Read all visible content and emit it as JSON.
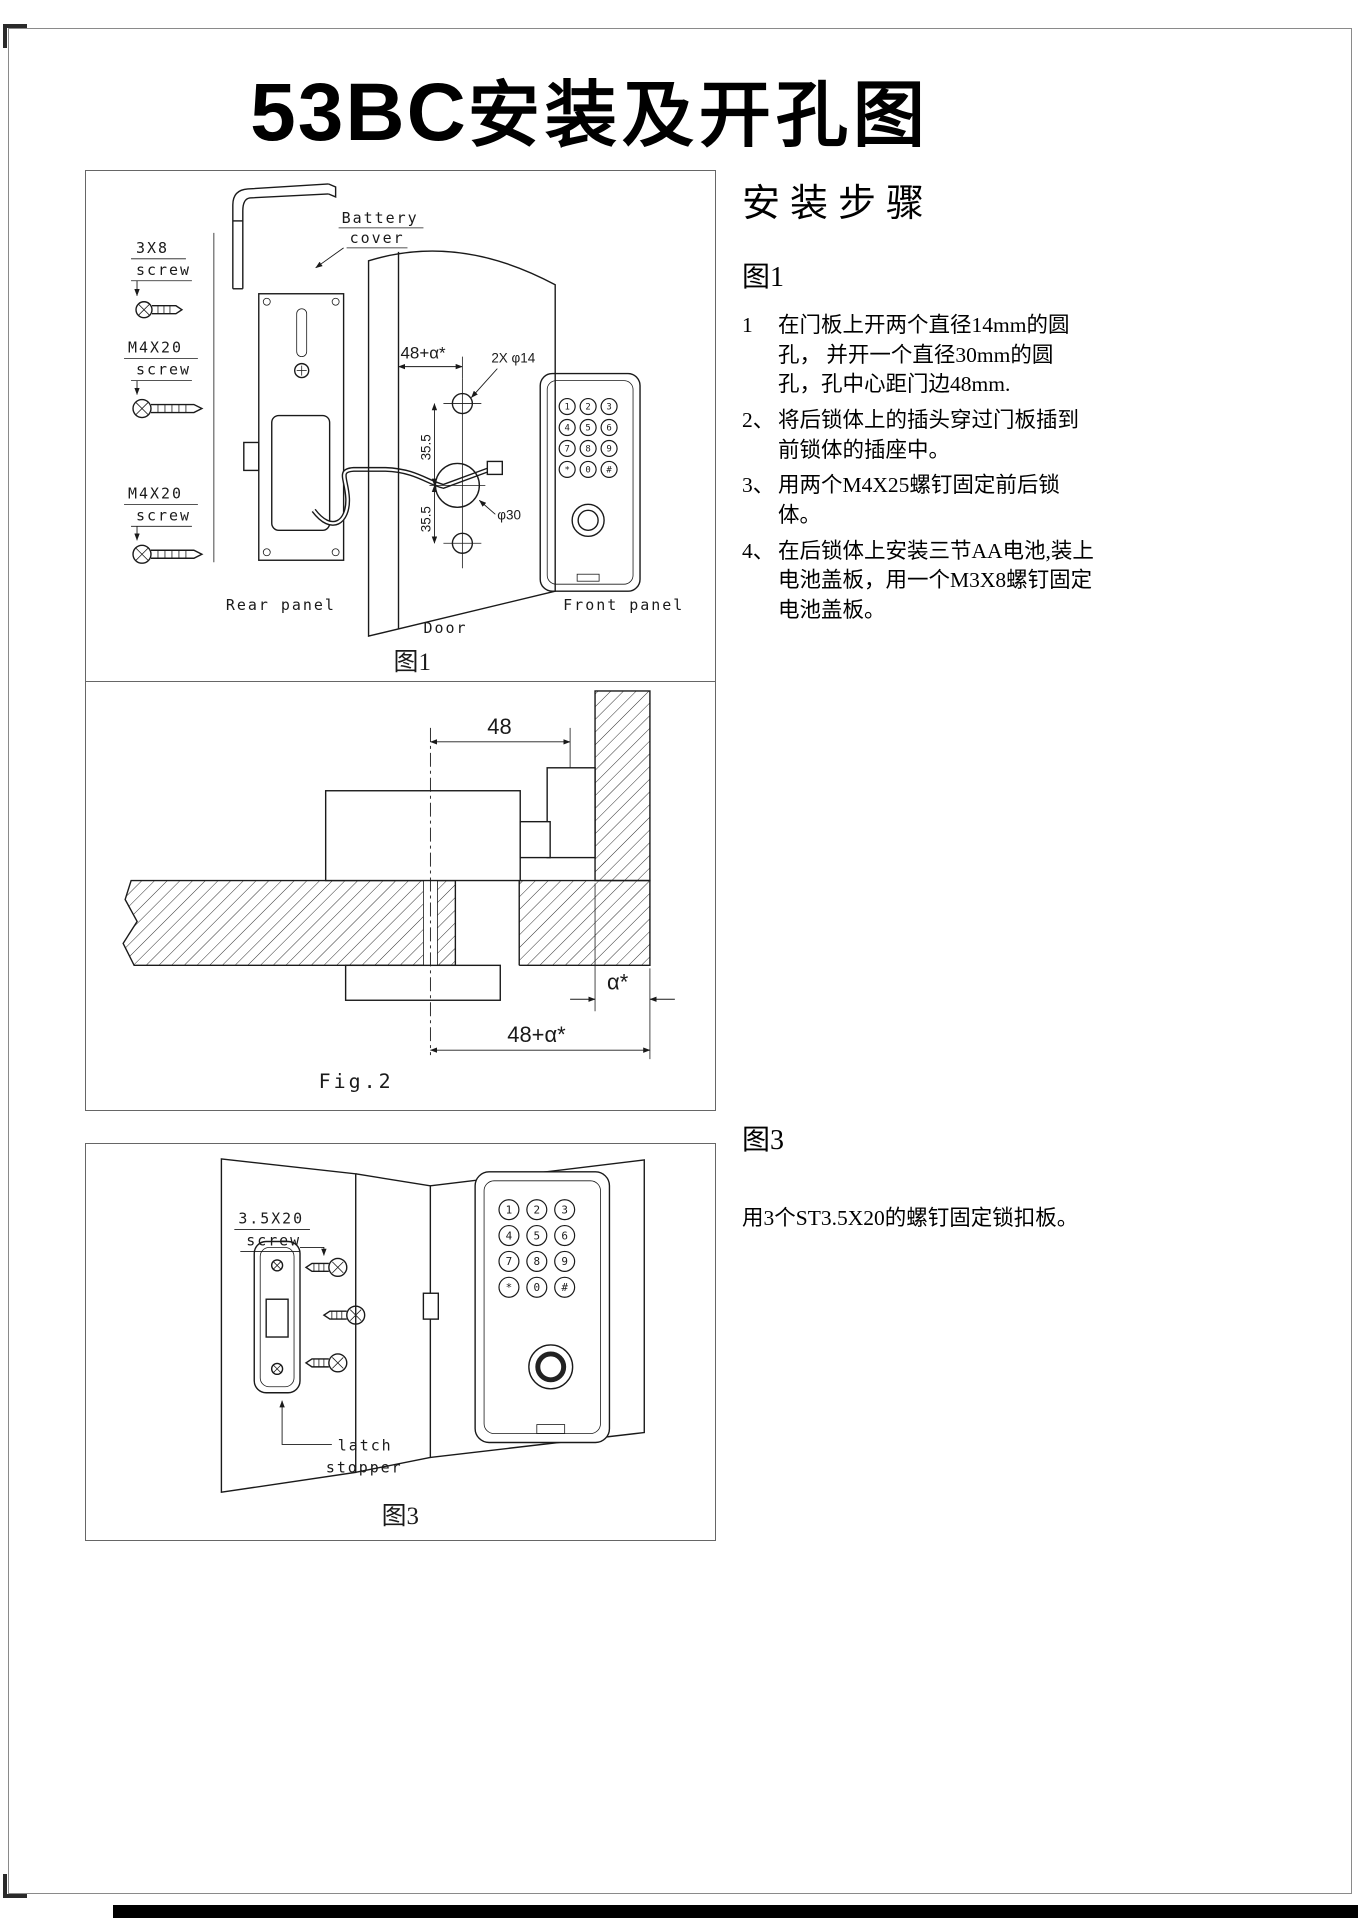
{
  "page": {
    "title_model": "53BC",
    "title_text": "安装及开孔图"
  },
  "keypad": [
    "1",
    "2",
    "3",
    "4",
    "5",
    "6",
    "7",
    "8",
    "9",
    "*",
    "0",
    "#"
  ],
  "fig1": {
    "battery_cover_line1": "Battery",
    "battery_cover_line2": "cover",
    "screw_small_size": "3X8",
    "screw_small_label": "screw",
    "screw_mid_size": "M4X20",
    "screw_mid_label": "screw",
    "screw_low_size": "M4X20",
    "screw_low_label": "screw",
    "dim_width": "48+α*",
    "dim_holes": "2X φ14",
    "dim_upper": "35.5",
    "dim_lower": "35.5",
    "dim_big": "φ30",
    "label_rear": "Rear panel",
    "label_door": "Door",
    "label_front": "Front panel",
    "caption": "图1"
  },
  "fig2": {
    "dim_top": "48",
    "dim_gap": "α*",
    "dim_total": "48+α*",
    "caption": "Fig.2"
  },
  "fig3": {
    "screw_size": "3.5X20",
    "screw_label": "screw",
    "label_latch_line1": "latch",
    "label_latch_line2": "stopper",
    "caption": "图3"
  },
  "steps": {
    "heading": "安装步骤",
    "fig1_label": "图1",
    "list": [
      {
        "no": "1",
        "text": "在门板上开两个直径14mm的圆孔， 并开一个直径30mm的圆孔，孔中心距门边48mm."
      },
      {
        "no": "2、",
        "text": "将后锁体上的插头穿过门板插到前锁体的插座中。"
      },
      {
        "no": "3、",
        "text": "用两个M4X25螺钉固定前后锁体。"
      },
      {
        "no": "4、",
        "text": "在后锁体上安装三节AA电池,装上电池盖板，用一个M3X8螺钉固定电池盖板。"
      }
    ],
    "fig3_label": "图3",
    "fig3_text": "用3个ST3.5X20的螺钉固定锁扣板。"
  }
}
